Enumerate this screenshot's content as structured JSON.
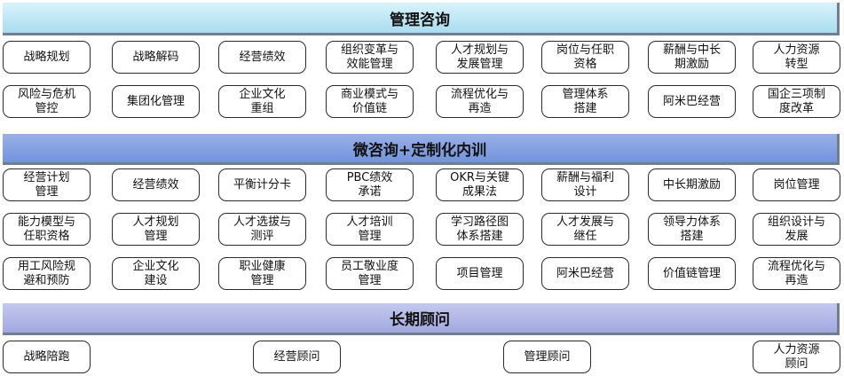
{
  "sections": [
    {
      "title": "管理咨询",
      "items": [
        "战略规划",
        "战略解码",
        "经营绩效",
        "组织变革与\n效能管理",
        "人才规划与\n发展管理",
        "岗位与任职\n资格",
        "薪酬与中长\n期激励",
        "人力资源\n转型",
        "风险与危机\n管控",
        "集团化管理",
        "企业文化\n重组",
        "商业模式与\n价值链",
        "流程优化与\n再造",
        "管理体系\n搭建",
        "阿米巴经营",
        "国企三项制\n度改革"
      ]
    },
    {
      "title": "微咨询+定制化内训",
      "items": [
        "经营计划\n管理",
        "经营绩效",
        "平衡计分卡",
        "PBC绩效\n承诺",
        "OKR与关键\n成果法",
        "薪酬与福利\n设计",
        "中长期激励",
        "岗位管理",
        "能力模型与\n任职资格",
        "人才规划\n管理",
        "人才选拔与\n测评",
        "人才培训\n管理",
        "学习路径图\n体系搭建",
        "人才发展与\n继任",
        "领导力体系\n搭建",
        "组织设计与\n发展",
        "用工风险规\n避和预防",
        "企业文化\n建设",
        "职业健康\n管理",
        "员工敬业度\n管理",
        "项目管理",
        "阿米巴经营",
        "价值链管理",
        "流程优化与\n再造"
      ]
    },
    {
      "title": "长期顾问",
      "items": [
        "战略陪跑",
        "经营顾问",
        "管理顾问",
        "人力资源\n顾问"
      ]
    }
  ]
}
